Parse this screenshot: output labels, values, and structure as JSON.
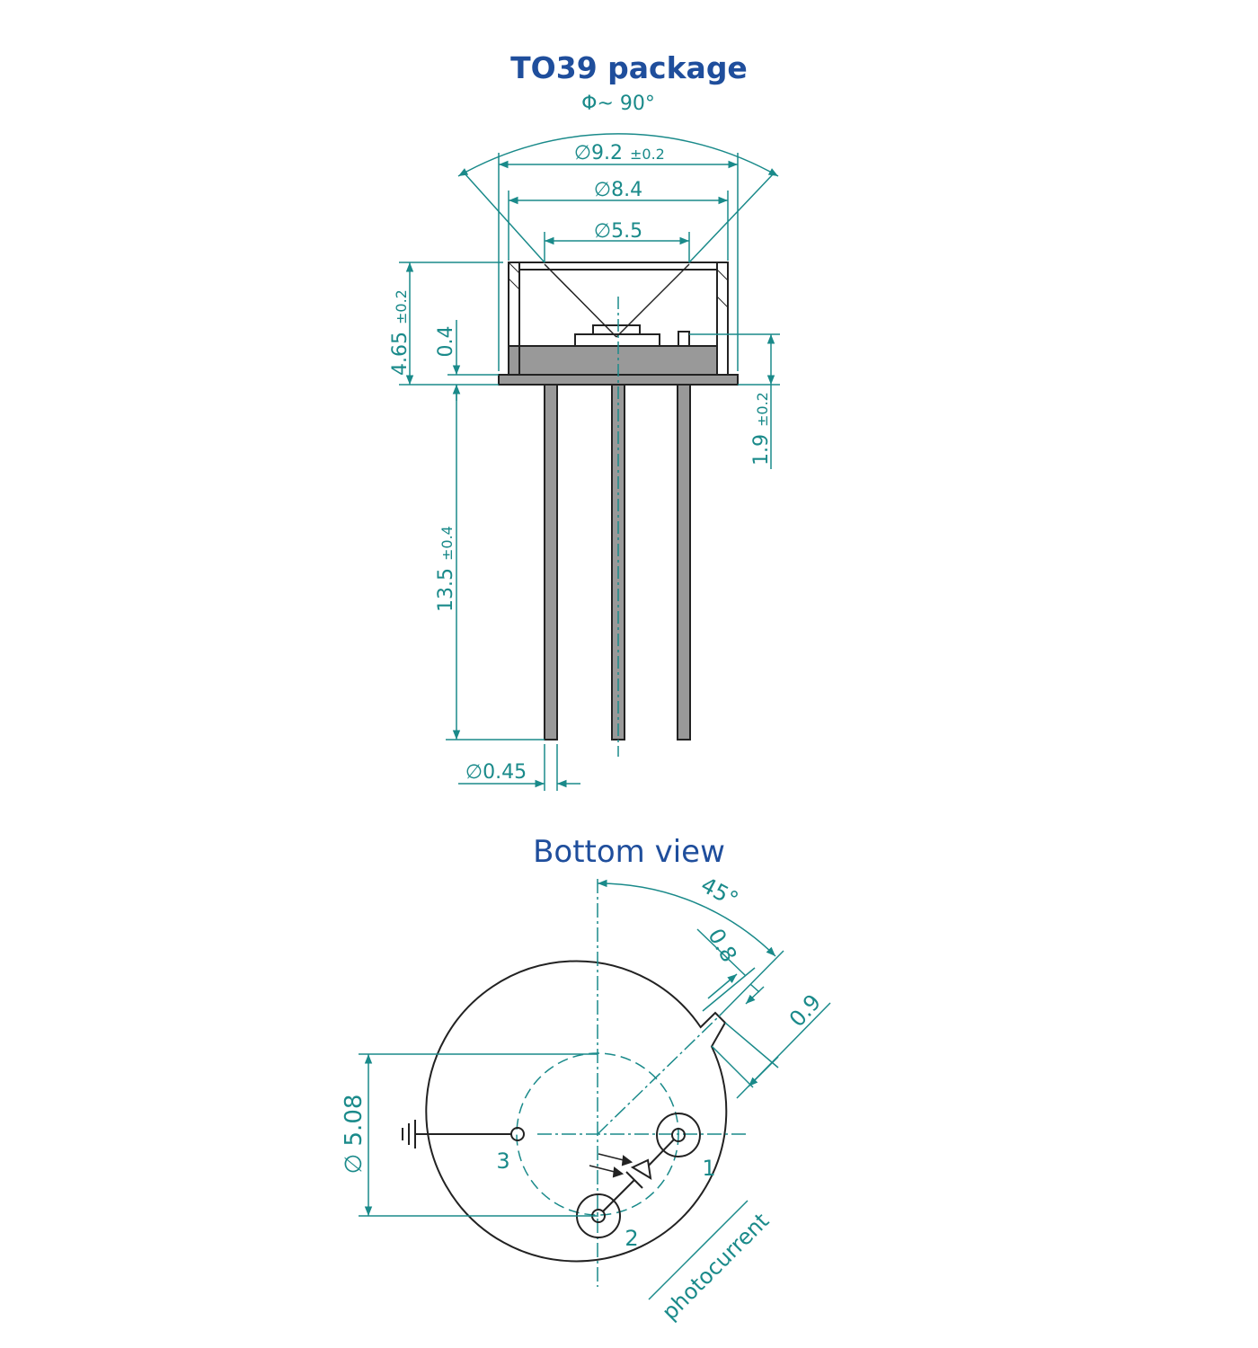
{
  "titles": {
    "package": "TO39 package",
    "bottom_view": "Bottom view"
  },
  "colors": {
    "title": "#1f4e9c",
    "dimension": "#1a8a8a",
    "outline": "#222222",
    "body_fill": "#999999"
  },
  "side_view": {
    "angle_label": "Φ~ 90°",
    "dim_92": {
      "main": "∅9.2",
      "tol": "±0.2"
    },
    "dim_84": "∅8.4",
    "dim_55": "∅5.5",
    "dim_465": {
      "main": "4.65",
      "tol": "±0.2"
    },
    "dim_04": "0.4",
    "dim_19": {
      "main": "1.9",
      "tol": "±0.2"
    },
    "dim_135": {
      "main": "13.5",
      "tol": "±0.4"
    },
    "dim_045": "∅0.45"
  },
  "bottom_view": {
    "angle_label": "45°",
    "tab_width": "0.8",
    "tab_length": "0.9",
    "pin_circle": "∅ 5.08",
    "pin_1": "1",
    "pin_2": "2",
    "pin_3": "3",
    "signal_label": "photocurrent"
  }
}
